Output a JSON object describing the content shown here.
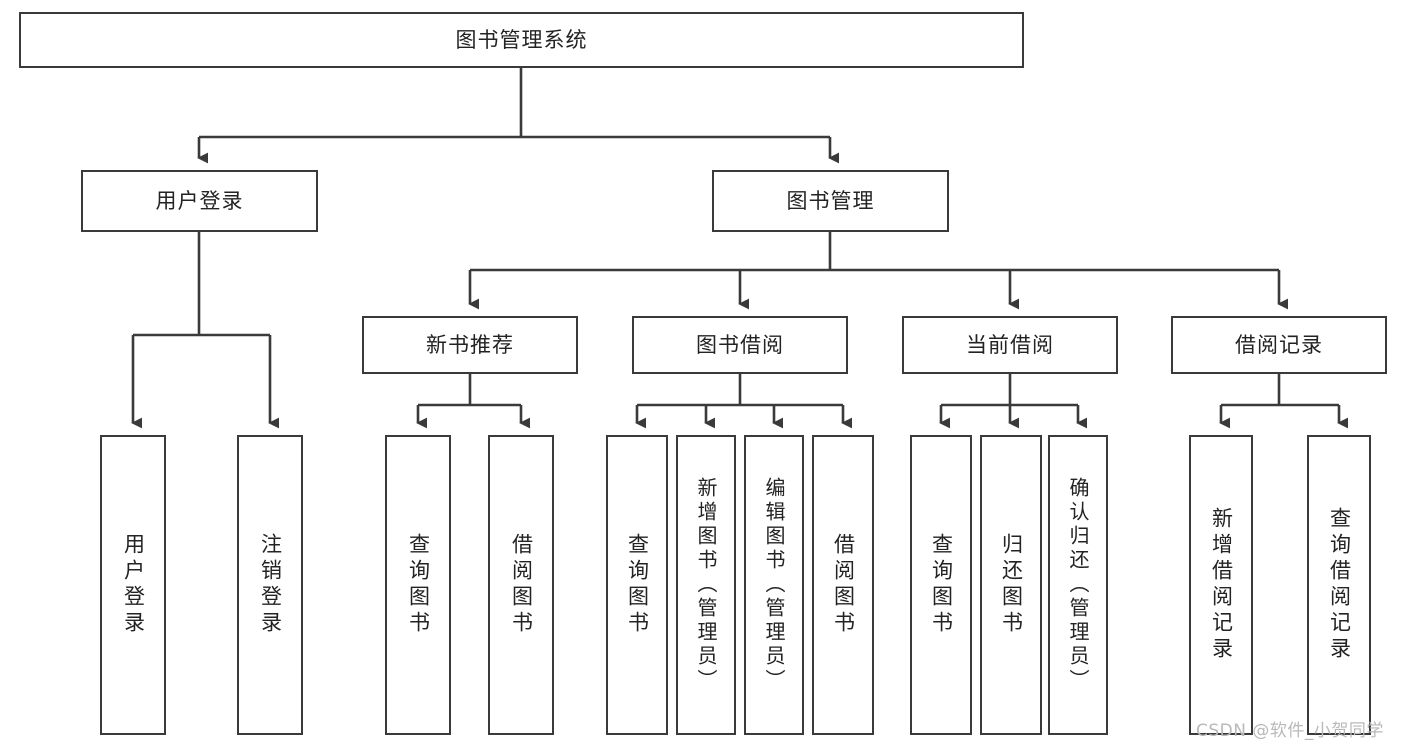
{
  "diagram": {
    "title": "图书管理系统",
    "type": "hierarchy-tree",
    "root": {
      "label": "图书管理系统"
    },
    "level2": [
      {
        "label": "用户登录"
      },
      {
        "label": "图书管理"
      }
    ],
    "level3": [
      {
        "label": "新书推荐"
      },
      {
        "label": "图书借阅"
      },
      {
        "label": "当前借阅"
      },
      {
        "label": "借阅记录"
      }
    ],
    "leaves": {
      "user_login": [
        {
          "label": "用户登录"
        },
        {
          "label": "注销登录"
        }
      ],
      "new_book_recommend": [
        {
          "label": "查询图书"
        },
        {
          "label": "借阅图书"
        }
      ],
      "book_borrow": [
        {
          "label": "查询图书"
        },
        {
          "label": "新增图书（管理员）"
        },
        {
          "label": "编辑图书（管理员）"
        },
        {
          "label": "借阅图书"
        }
      ],
      "current_borrow": [
        {
          "label": "查询图书"
        },
        {
          "label": "归还图书"
        },
        {
          "label": "确认归还（管理员）"
        }
      ],
      "borrow_record": [
        {
          "label": "新增借阅记录"
        },
        {
          "label": "查询借阅记录"
        }
      ]
    }
  },
  "watermark": {
    "text": "CSDN @软件_小贺同学"
  },
  "colors": {
    "border": "#3a3a3a",
    "text": "#232323",
    "background": "#ffffff",
    "watermark": "#b9b9b9"
  }
}
